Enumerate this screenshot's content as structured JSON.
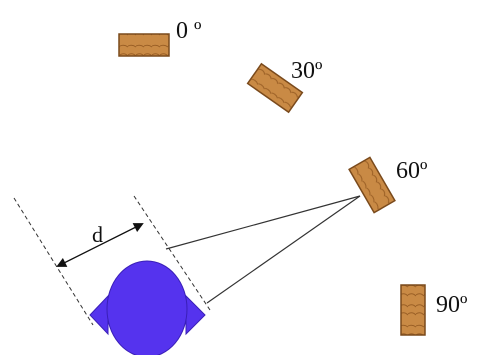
{
  "diagram": {
    "blocks": [
      {
        "id": "block-0",
        "angle_deg": 0,
        "label": "0 º"
      },
      {
        "id": "block-30",
        "angle_deg": 30,
        "label": "30º"
      },
      {
        "id": "block-60",
        "angle_deg": 60,
        "label": "60º"
      },
      {
        "id": "block-90",
        "angle_deg": 90,
        "label": "90º"
      }
    ],
    "distance_label": "d",
    "colors": {
      "wood_fill": "#c98a45",
      "wood_dark": "#7a4a1c",
      "head_fill": "#5533ee",
      "head_stroke": "#3a1fb8",
      "line_color": "#333333"
    }
  }
}
